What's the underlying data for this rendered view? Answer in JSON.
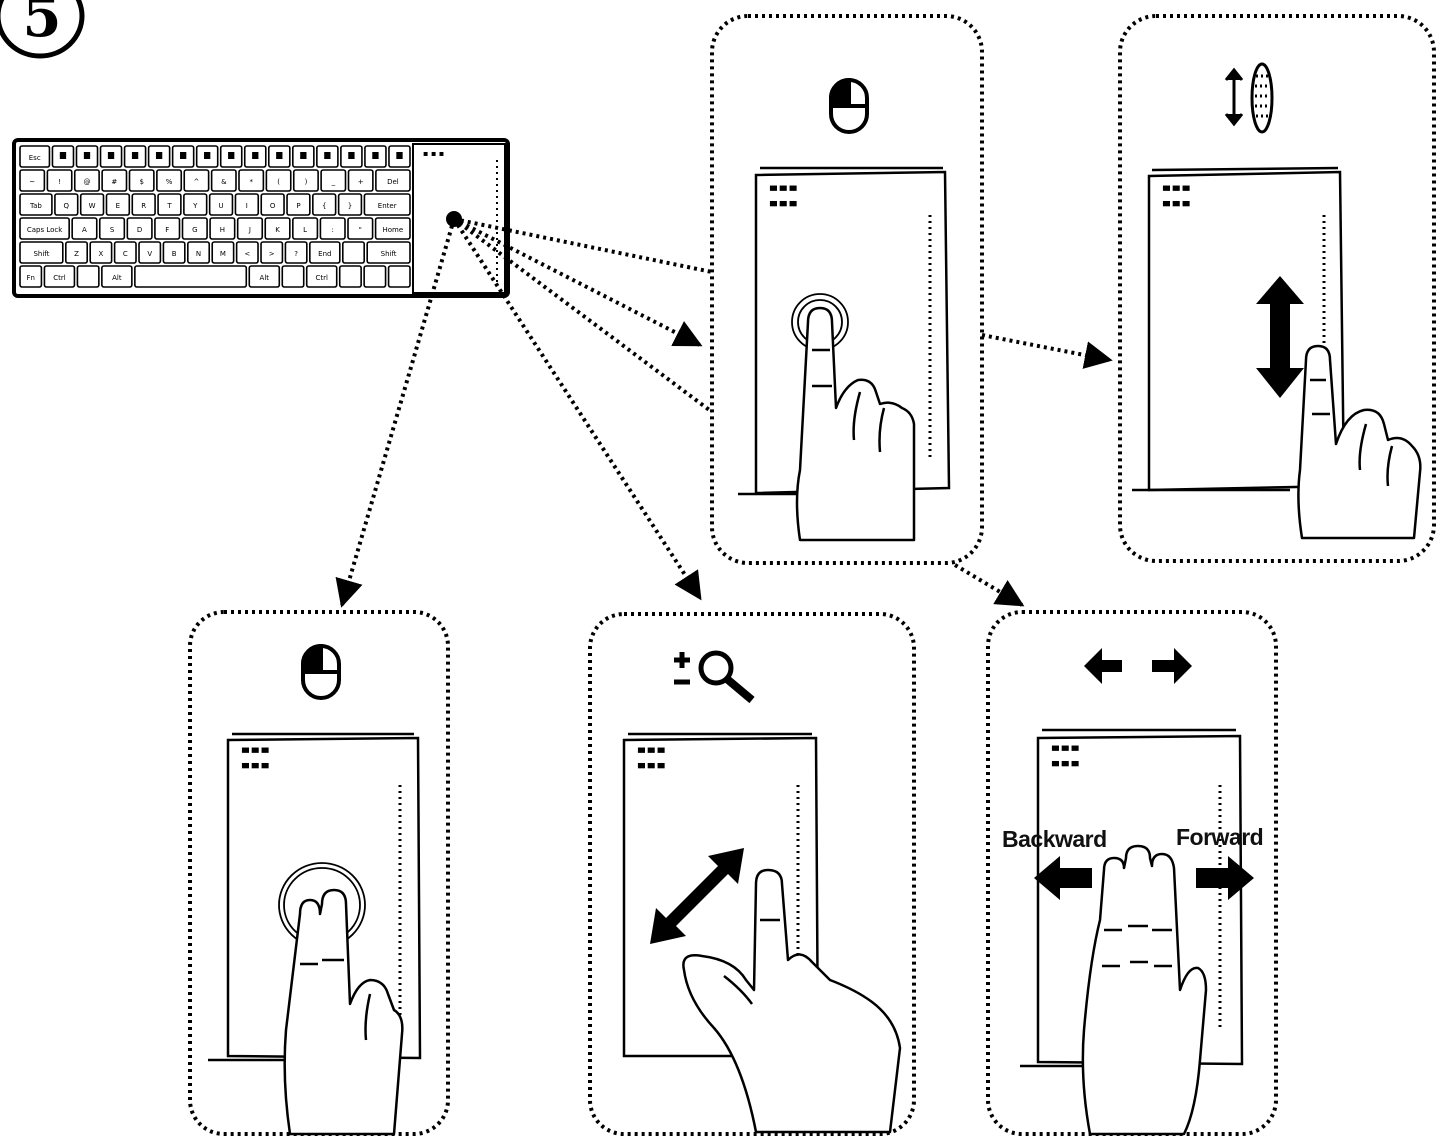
{
  "step_number": "5",
  "keyboard": {
    "row1": [
      "Esc",
      "",
      "",
      "",
      "",
      "",
      "",
      "",
      "",
      "",
      "",
      "",
      "",
      "",
      "",
      ""
    ],
    "row2": [
      "~",
      "!",
      "@",
      "#",
      "$",
      "%",
      "^",
      "&",
      "*",
      "(",
      ")",
      "_",
      "+",
      "Del"
    ],
    "row3": [
      "Tab",
      "Q",
      "W",
      "E",
      "R",
      "T",
      "Y",
      "U",
      "I",
      "O",
      "P",
      "{",
      "}",
      "Enter"
    ],
    "row4": [
      "Caps Lock",
      "A",
      "S",
      "D",
      "F",
      "G",
      "H",
      "J",
      "K",
      "L",
      ":",
      "\"",
      "Home"
    ],
    "row5": [
      "Shift",
      "Z",
      "X",
      "C",
      "V",
      "B",
      "N",
      "M",
      "<",
      ">",
      "?",
      "End",
      "",
      "Shift"
    ],
    "row6": [
      "Fn",
      "Ctrl",
      "",
      "Alt",
      "",
      "Alt",
      "",
      "Ctrl",
      "",
      "",
      ""
    ]
  },
  "panels": [
    {
      "id": "single-tap",
      "icon": "mouse-left-click-icon",
      "gesture": "one-finger-tap"
    },
    {
      "id": "scroll",
      "icon": "scroll-wheel-icon",
      "gesture": "one-finger-vertical-drag"
    },
    {
      "id": "two-finger-tap",
      "icon": "mouse-right-click-icon",
      "gesture": "two-finger-tap"
    },
    {
      "id": "zoom",
      "icon": "zoom-in-out-icon",
      "gesture": "pinch-zoom"
    },
    {
      "id": "navigate",
      "icon": "back-forward-arrows-icon",
      "gesture": "three-finger-swipe",
      "backward_label": "Backward",
      "forward_label": "Forward"
    }
  ]
}
